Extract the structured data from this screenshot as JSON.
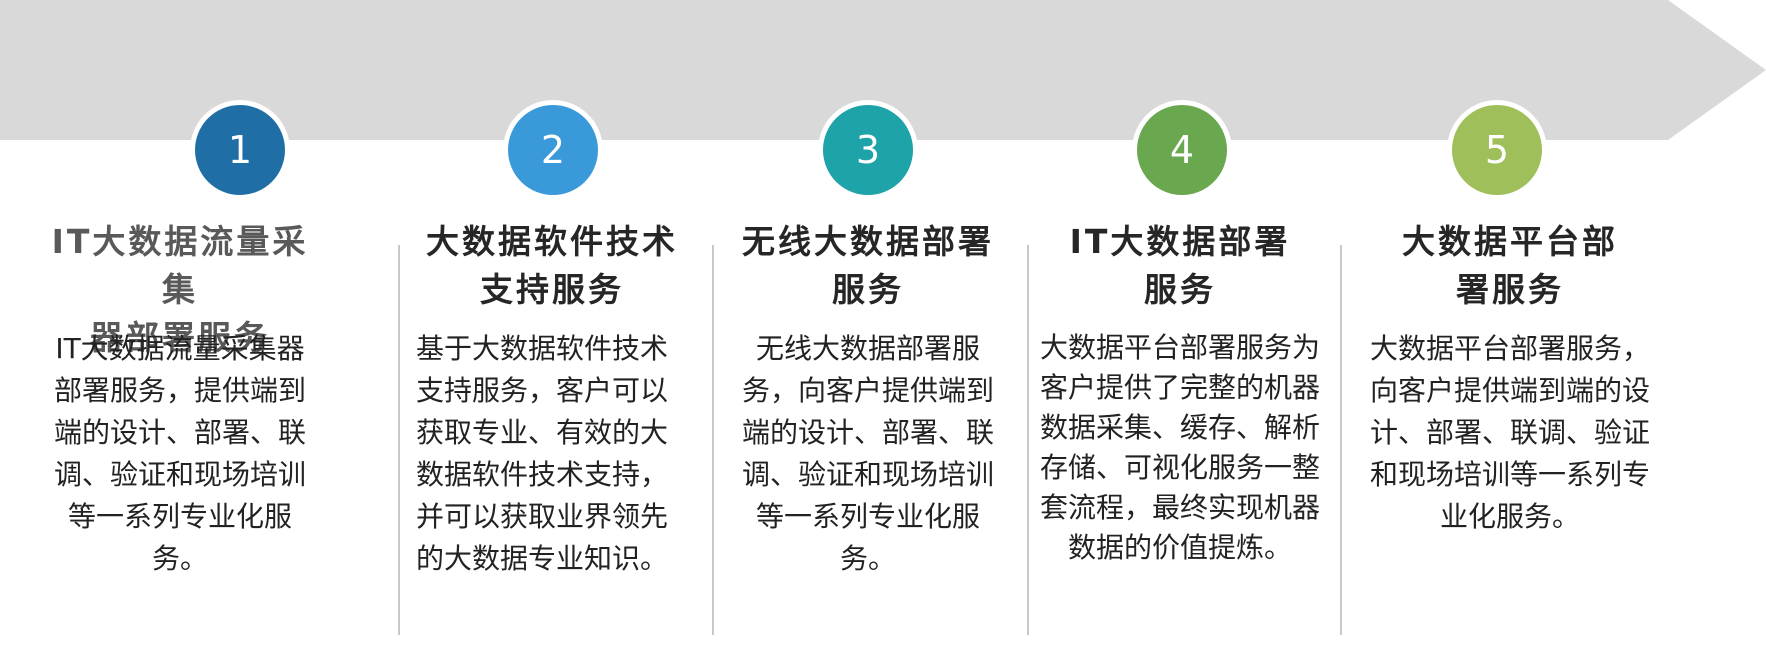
{
  "colors": {
    "band": "#d9d9d9",
    "step1": "#1f6fa6",
    "step2": "#3a9ad9",
    "step3": "#1ea3a8",
    "step4": "#6aa84f",
    "step5": "#9fbf5a"
  },
  "steps": [
    {
      "number": "1",
      "title_line1": "IT大数据流量采集",
      "title_line2": "器部署服务",
      "description": "IT大数据流量采集器部署服务，提供端到端的设计、部署、联调、验证和现场培训等一系列专业化服务。"
    },
    {
      "number": "2",
      "title_line1": "大数据软件技术",
      "title_line2": "支持服务",
      "description": "基于大数据软件技术支持服务，客户可以获取专业、有效的大数据软件技术支持，并可以获取业界领先的大数据专业知识。"
    },
    {
      "number": "3",
      "title_line1": "无线大数据部署",
      "title_line2": "服务",
      "description": "无线大数据部署服务，向客户提供端到端的设计、部署、联调、验证和现场培训等一系列专业化服务。"
    },
    {
      "number": "4",
      "title_line1": "IT大数据部署",
      "title_line2": "服务",
      "description": "大数据平台部署服务为客户提供了完整的机器数据采集、缓存、解析存储、可视化服务一整套流程，最终实现机器数据的价值提炼。"
    },
    {
      "number": "5",
      "title_line1": "大数据平台部",
      "title_line2": "署服务",
      "description": "大数据平台部署服务，向客户提供端到端的设计、部署、联调、验证和现场培训等一系列专业化服务。"
    }
  ]
}
